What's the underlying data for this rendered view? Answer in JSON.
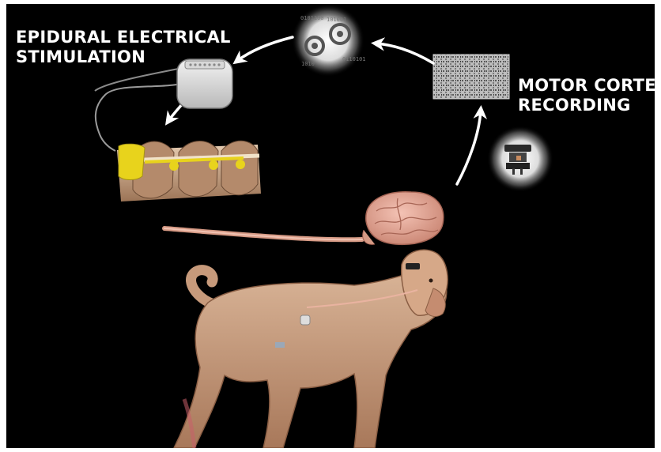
{
  "labels": {
    "stimulation": {
      "line1": "EPIDURAL ELECTRICAL",
      "line2": "STIMULATION"
    },
    "recording": {
      "line1": "MOTOR CORTEX",
      "line2": "RECORDING"
    }
  },
  "colors": {
    "background": "#000000",
    "text": "#ffffff",
    "arrows": "#ffffff",
    "electrode_lead": "#e6d21a",
    "monkey_fur": "#c99a7a",
    "brain": "#e8a99a"
  },
  "icons": {
    "decoder": "gear-icon",
    "implant": "stimulator-implant-icon",
    "recording_chip": "electrode-array-icon",
    "headstage": "wireless-headstage-icon"
  }
}
